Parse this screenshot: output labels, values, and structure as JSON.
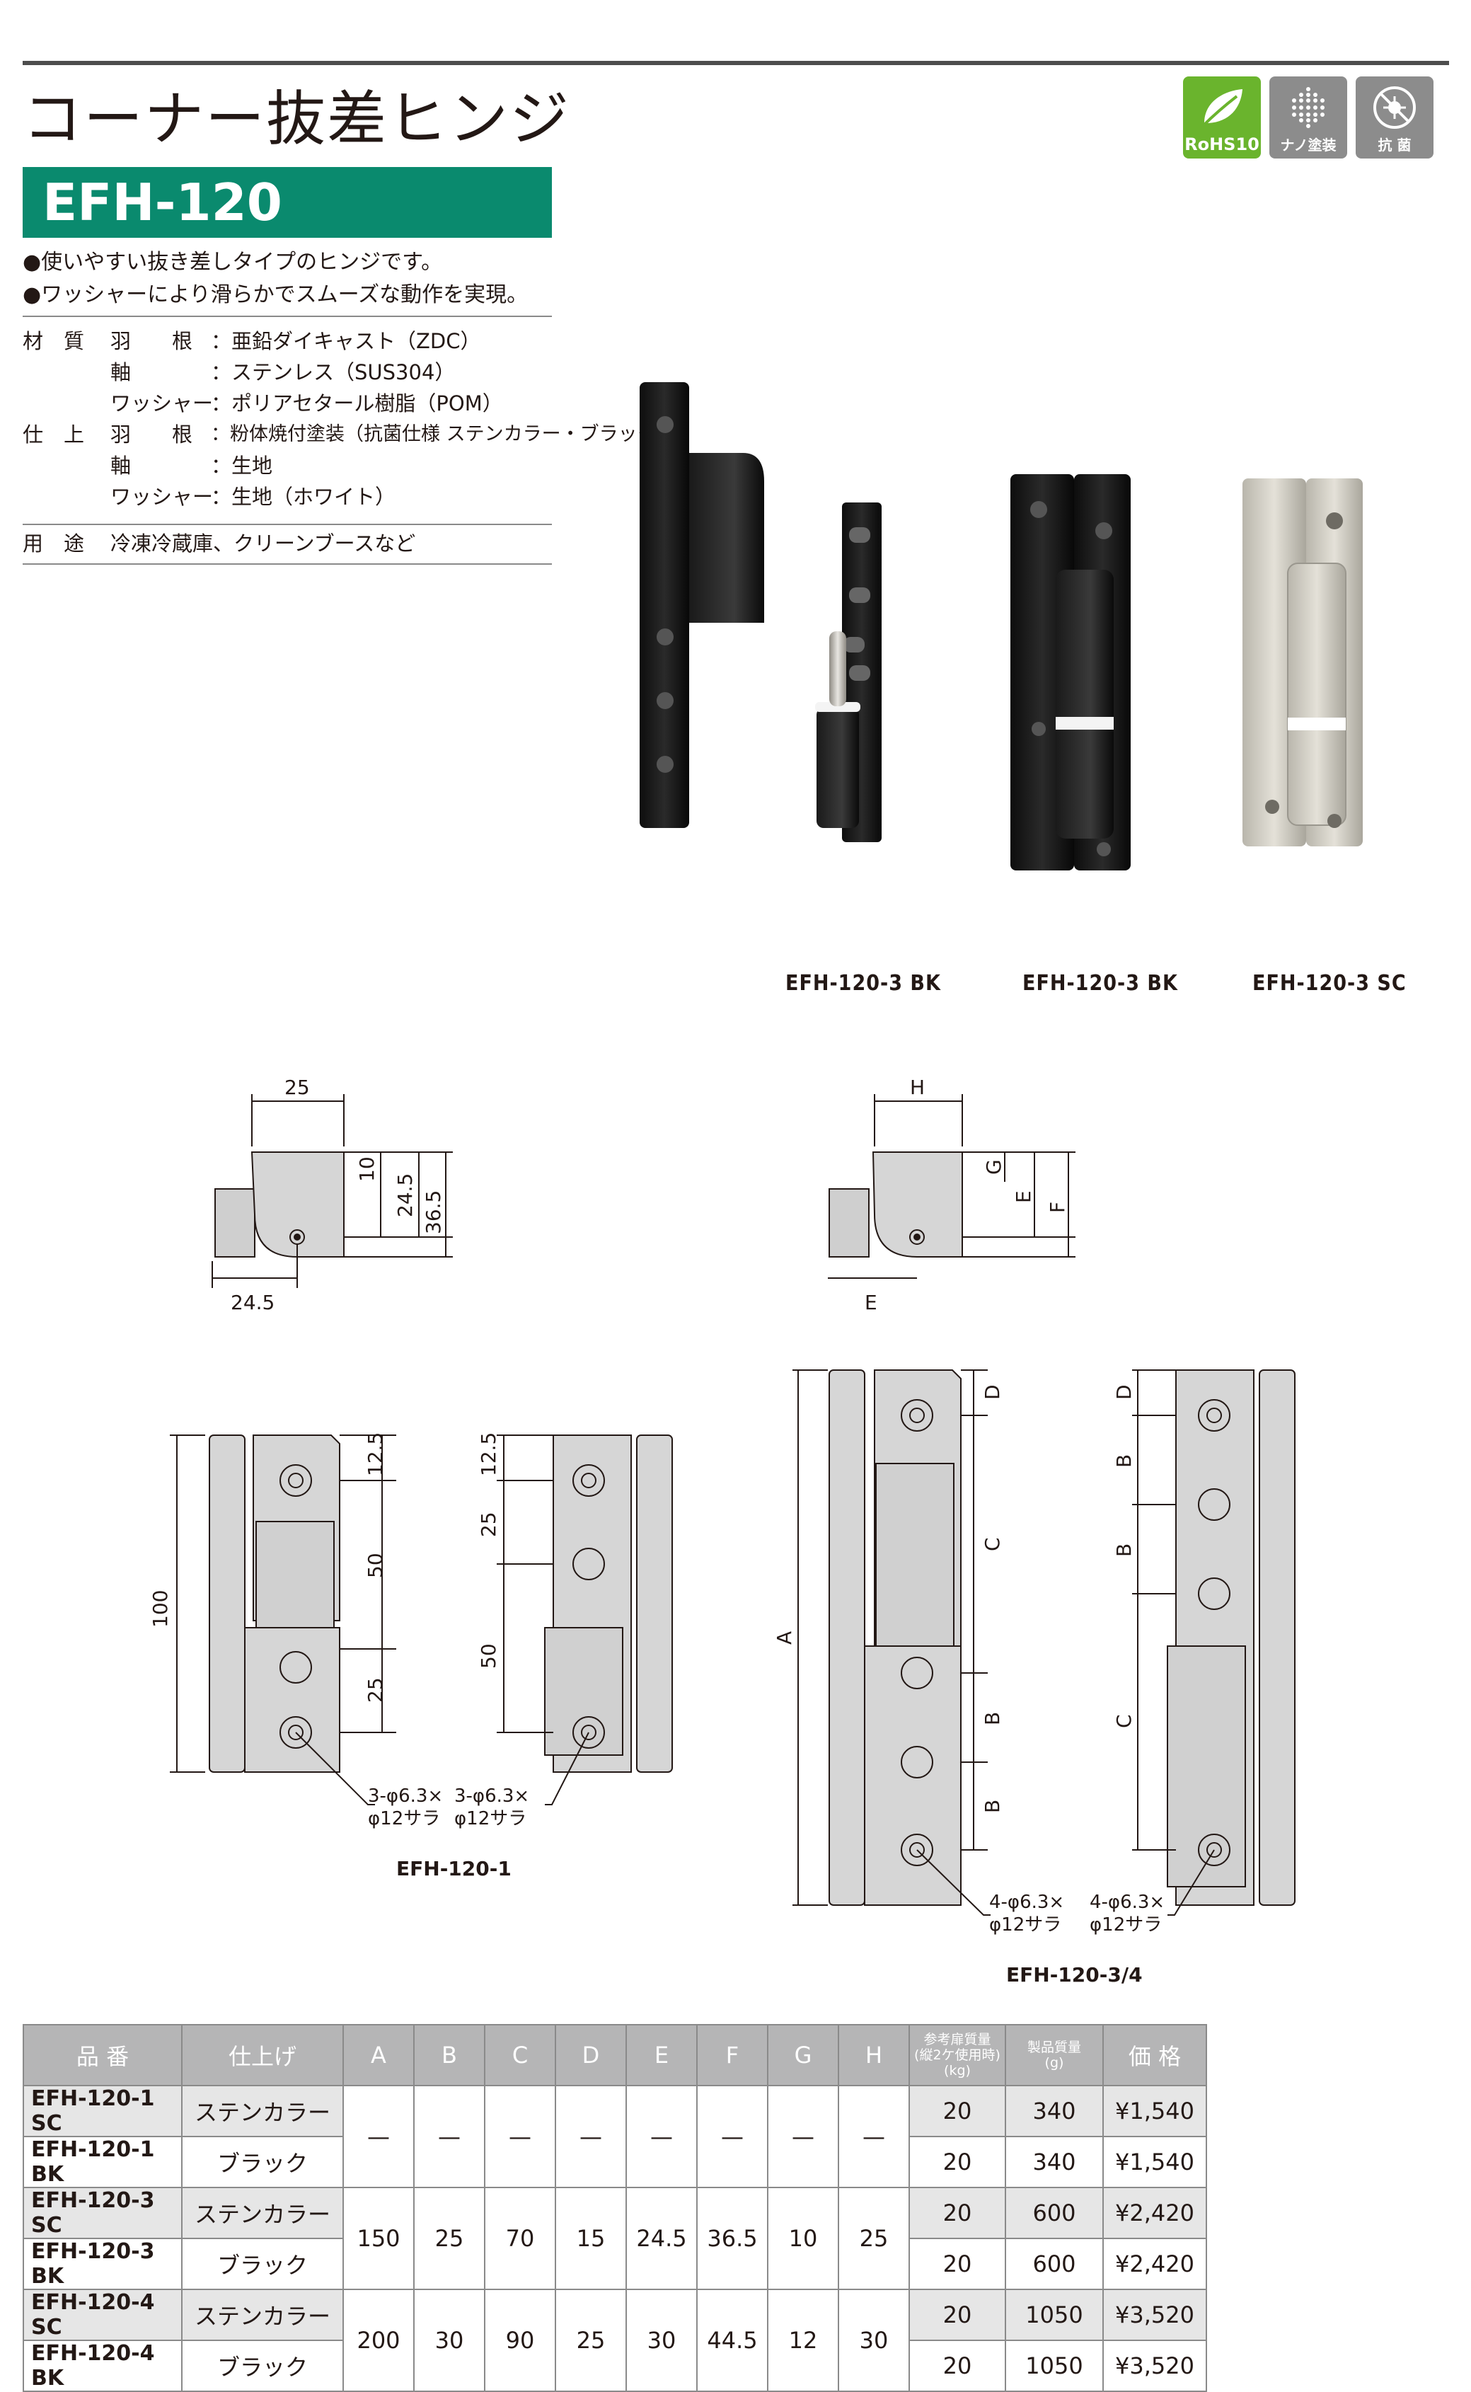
{
  "header": {
    "title": "コーナー抜差ヒンジ",
    "model": "EFH-120"
  },
  "badges": [
    {
      "label": "RoHS10",
      "icon": "leaf-icon",
      "color": "#6ab42d"
    },
    {
      "label": "ナノ塗装",
      "icon": "nano-dots-icon",
      "color": "#8c8c8c"
    },
    {
      "label": "抗 菌",
      "icon": "antibacterial-icon",
      "color": "#8c8c8c"
    }
  ],
  "features": [
    "●使いやすい抜き差しタイプのヒンジです。",
    "●ワッシャーにより滑らかでスムーズな動作を実現。"
  ],
  "specs": {
    "material_label": "材　質",
    "material": [
      {
        "part": "羽　　根",
        "value": "：亜鉛ダイキャスト（ZDC）"
      },
      {
        "part": "軸",
        "value": "：ステンレス（SUS304）"
      },
      {
        "part": "ワッシャー",
        "value": "：ポリアセタール樹脂（POM）"
      }
    ],
    "finish_label": "仕　上",
    "finish": [
      {
        "part": "羽　　根",
        "value": "：粉体焼付塗装（抗菌仕様 ステンカラー・ブラック）"
      },
      {
        "part": "軸",
        "value": "：生地"
      },
      {
        "part": "ワッシャー",
        "value": "：生地（ホワイト）"
      }
    ],
    "use_label": "用　途",
    "use": "冷凍冷蔵庫、クリーンブースなど"
  },
  "photos": {
    "captions": [
      "EFH-120-3 BK",
      "EFH-120-3 BK",
      "EFH-120-3 SC"
    ]
  },
  "drawings": {
    "left_top": {
      "d25": "25",
      "d10": "10",
      "d24_5": "24.5",
      "d36_5": "36.5",
      "d24_5b": "24.5"
    },
    "right_top": {
      "h": "H",
      "g": "G",
      "e": "E",
      "f": "F",
      "e2": "E"
    },
    "left_front": {
      "d100": "100",
      "d12_5": "12.5",
      "d50": "50",
      "d25": "25",
      "d12_5b": "12.5",
      "d25b": "25",
      "d50b": "50",
      "hole_a": "3-φ6.3×",
      "hole_a2": "φ12サラ",
      "hole_b": "3-φ6.3×",
      "hole_b2": "φ12サラ",
      "caption": "EFH-120-1"
    },
    "right_front": {
      "a": "A",
      "d": "D",
      "c": "C",
      "b1": "B",
      "b2": "B",
      "d2": "D",
      "b3": "B",
      "b4": "B",
      "c2": "C",
      "hole_a": "4-φ6.3×",
      "hole_a2": "φ12サラ",
      "hole_b": "4-φ6.3×",
      "hole_b2": "φ12サラ",
      "caption": "EFH-120-3/4"
    }
  },
  "table": {
    "headers": [
      "品 番",
      "仕上げ",
      "A",
      "B",
      "C",
      "D",
      "E",
      "F",
      "G",
      "H",
      "参考扉質量\n(縦2ケ使用時)\n(kg)",
      "製品質量\n(g)",
      "価 格"
    ],
    "rows": [
      {
        "code": "EFH-120-1 SC",
        "finish": "ステンカラー",
        "door": "20",
        "mass": "340",
        "price": "¥1,540"
      },
      {
        "code": "EFH-120-1 BK",
        "finish": "ブラック",
        "door": "20",
        "mass": "340",
        "price": "¥1,540"
      },
      {
        "code": "EFH-120-3 SC",
        "finish": "ステンカラー",
        "door": "20",
        "mass": "600",
        "price": "¥2,420"
      },
      {
        "code": "EFH-120-3 BK",
        "finish": "ブラック",
        "door": "20",
        "mass": "600",
        "price": "¥2,420"
      },
      {
        "code": "EFH-120-4 SC",
        "finish": "ステンカラー",
        "door": "20",
        "mass": "1050",
        "price": "¥3,520"
      },
      {
        "code": "EFH-120-4 BK",
        "finish": "ブラック",
        "door": "20",
        "mass": "1050",
        "price": "¥3,520"
      }
    ],
    "groups": [
      {
        "A": "—",
        "B": "—",
        "C": "—",
        "D": "—",
        "E": "—",
        "F": "—",
        "G": "—",
        "H": "—"
      },
      {
        "A": "150",
        "B": "25",
        "C": "70",
        "D": "15",
        "E": "24.5",
        "F": "36.5",
        "G": "10",
        "H": "25"
      },
      {
        "A": "200",
        "B": "30",
        "C": "90",
        "D": "25",
        "E": "30",
        "F": "44.5",
        "G": "12",
        "H": "30"
      }
    ]
  }
}
